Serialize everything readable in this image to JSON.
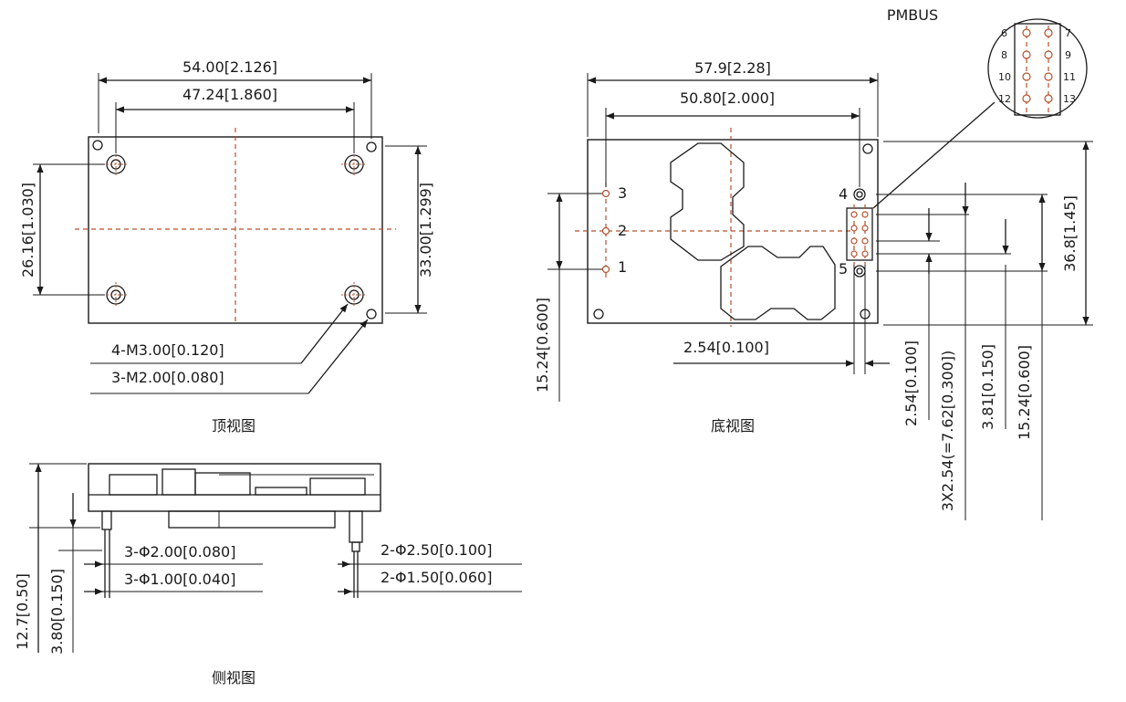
{
  "top_view": {
    "title": "顶视图",
    "dim_overall_width": "54.00[2.126]",
    "dim_hole_spacing_x": "47.24[1.860]",
    "dim_overall_height": "33.00[1.299]",
    "dim_hole_spacing_y": "26.16[1.030]",
    "callout_m3": "4-M3.00[0.120]",
    "callout_m2": "3-M2.00[0.080]"
  },
  "bottom_view": {
    "title": "底视图",
    "dim_overall_width": "57.9[2.28]",
    "dim_pin_spacing_x": "50.80[2.000]",
    "dim_overall_height": "36.8[1.45]",
    "dim_left_pins_span": "15.24[0.600]",
    "dim_pin_offset": "2.54[0.100]",
    "dim_v1": "2.54[0.100]",
    "dim_v2": "3X2.54(=7.62[0.300])",
    "dim_v3": "3.81[0.150]",
    "dim_v4": "15.24[0.600]",
    "pin_labels": [
      "1",
      "2",
      "3",
      "4",
      "5"
    ]
  },
  "pmbus": {
    "title": "PMBUS",
    "pins_left": [
      "6",
      "8",
      "10",
      "12"
    ],
    "pins_right": [
      "7",
      "9",
      "11",
      "13"
    ]
  },
  "side_view": {
    "title": "侧视图",
    "dim_total_height": "12.7[0.50]",
    "dim_pin_length": "3.80[0.150]",
    "callout_left_outer": "3-Φ2.00[0.080]",
    "callout_left_inner": "3-Φ1.00[0.040]",
    "callout_right_outer": "2-Φ2.50[0.100]",
    "callout_right_inner": "2-Φ1.50[0.060]"
  }
}
